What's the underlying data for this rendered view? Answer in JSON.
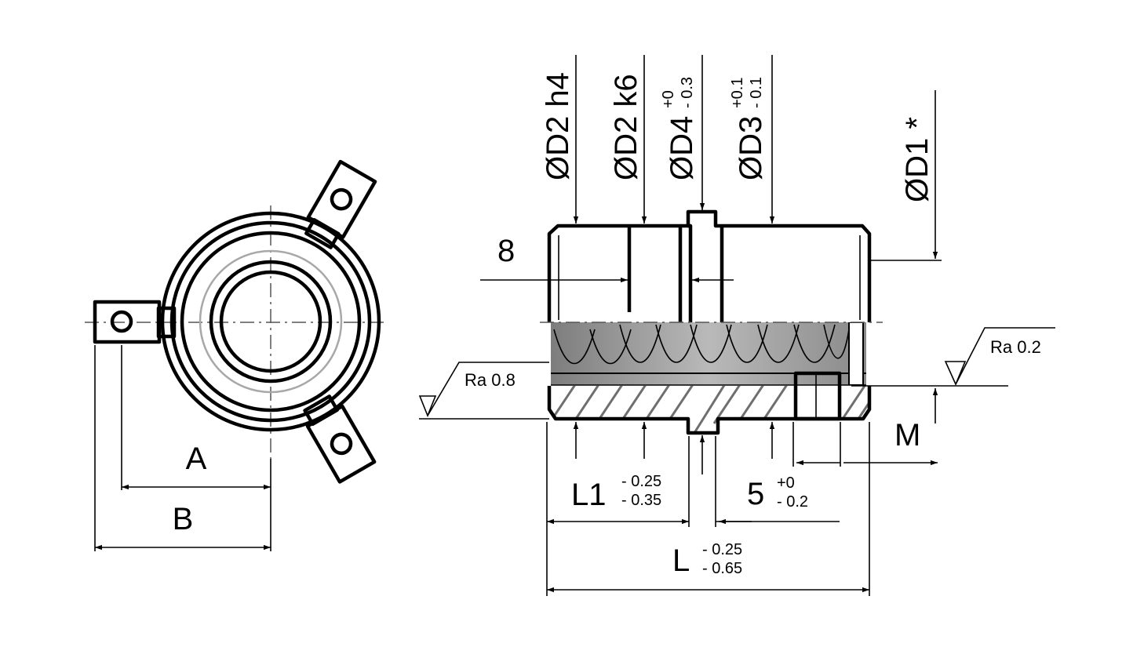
{
  "labels": {
    "d2_h4": "ØD2 h4",
    "d2_k6": "ØD2 k6",
    "d4": "ØD4",
    "d4_tol_upper": "+0",
    "d4_tol_lower": "- 0.3",
    "d3": "ØD3",
    "d3_tol_upper": "+0.1",
    "d3_tol_lower": "- 0.1",
    "d1": "ØD1 *",
    "eight": "8",
    "ra_left": "Ra 0.8",
    "ra_right": "Ra 0.2",
    "m": "M",
    "a": "A",
    "b": "B",
    "l1": "L1",
    "l1_tol_upper": "- 0.25",
    "l1_tol_lower": "- 0.35",
    "five": "5",
    "five_tol_upper": "+0",
    "five_tol_lower": "- 0.2",
    "l": "L",
    "l_tol_upper": "- 0.25",
    "l_tol_lower": "- 0.65"
  },
  "colors": {
    "line": "#000000",
    "bore_fill": "#9a9a9a",
    "hatch": "#6f6f6f",
    "background": "#ffffff"
  },
  "icons": {
    "surface_finish": "surface-finish-symbol",
    "mounting_lug": "mounting-lug-hole"
  }
}
